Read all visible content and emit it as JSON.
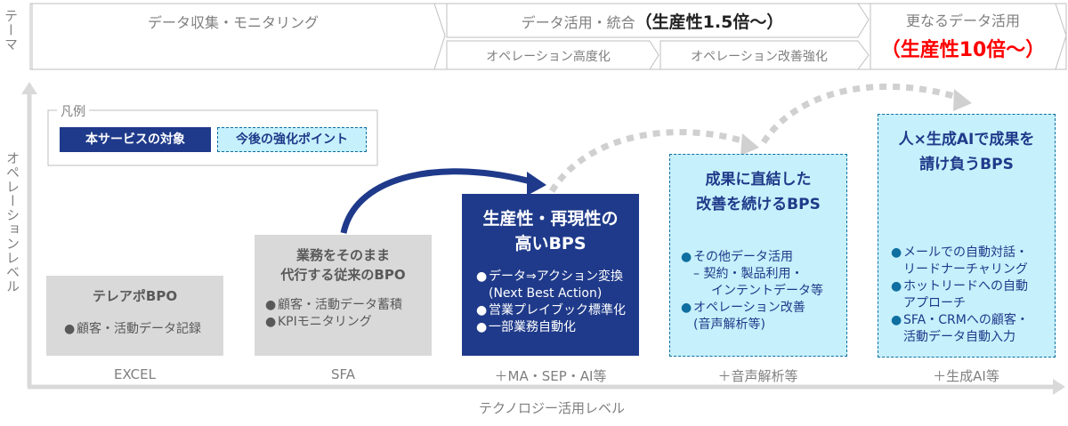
{
  "theme_label": "テーマ",
  "y_axis_label": "オペレーションレベル",
  "x_axis_label": "テクノロジー活用レベル",
  "header": {
    "col1": "データ収集・モニタリング",
    "col2_main": "データ活用・統合",
    "col2_emph": "（生産性1.5倍～）",
    "col2_sub1": "オペレーション高度化",
    "col2_sub2": "オペレーション改善強化",
    "col3_main": "更なるデータ活用",
    "col3_emph": "（生産性10倍～）"
  },
  "legend": {
    "title": "凡例",
    "target": "本サービスの対象",
    "future": "今後の強化ポイント"
  },
  "stages": [
    {
      "title": "テレアポBPO",
      "bullets": [
        "顧客・活動データ記録"
      ],
      "tech": "EXCEL"
    },
    {
      "title_line1": "業務をそのまま",
      "title_line2": "代行する従来のBPO",
      "bullets": [
        "顧客・活動データ蓄積",
        "KPIモニタリング"
      ],
      "tech": "SFA"
    },
    {
      "title_line1": "生産性・再現性の",
      "title_line2": "高いBPS",
      "bullets": [
        "データ⇒アクション変換",
        "(Next Best Action)",
        "営業プレイブック標準化",
        "一部業務自動化"
      ],
      "tech": "＋MA・SEP・AI等"
    },
    {
      "title_line1": "成果に直結した",
      "title_line2": "改善を続けるBPS",
      "bullets": [
        "その他データ活用",
        "– 契約・製品利用・",
        "インテントデータ等",
        "オペレーション改善",
        "(音声解析等)"
      ],
      "tech": "＋音声解析等"
    },
    {
      "title_line1": "人×生成AIで成果を",
      "title_line2": "請け負うBPS",
      "bullets": [
        "メールでの自動対話・",
        "リードナーチャリング",
        "ホットリードへの自動",
        "アプローチ",
        "SFA・CRMへの顧客・",
        "活動データ自動入力"
      ],
      "tech": "＋生成AI等"
    }
  ],
  "colors": {
    "navy": "#1f3a8a",
    "light_blue": "#c6f0fb",
    "gray_box": "#d9d9d9",
    "red": "#ff0000"
  }
}
